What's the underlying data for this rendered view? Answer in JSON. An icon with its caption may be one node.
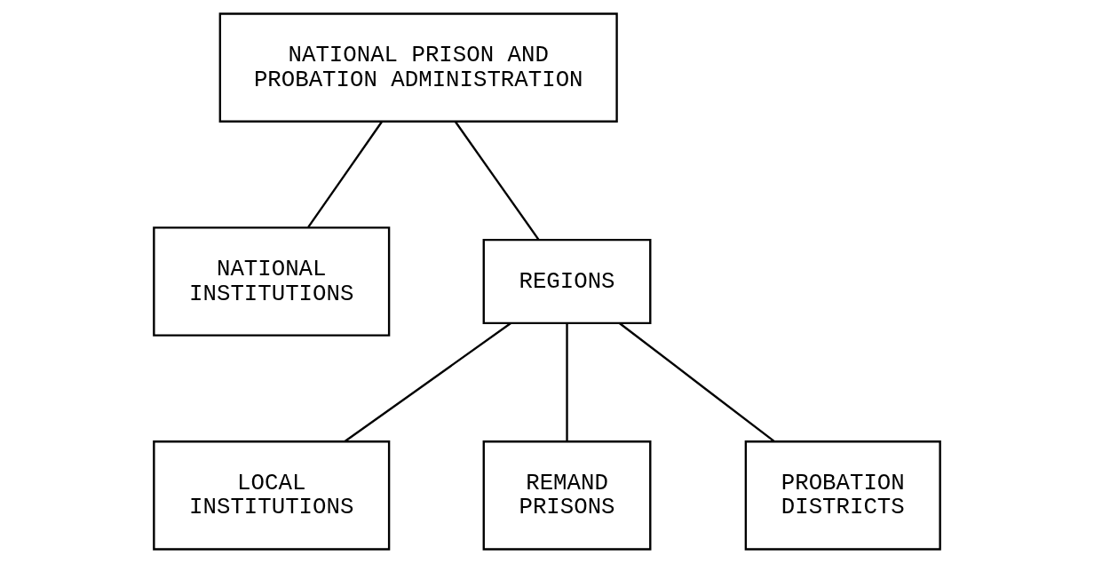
{
  "diagram": {
    "nodes": [
      {
        "text": [
          "NATIONAL PRISON AND PROBATION ADMINISTRATION"
        ]
      },
      {
        "text": [
          "NATIONAL INSTITUTIONS"
        ]
      },
      {
        "text": [
          "REGIONS"
        ]
      },
      {
        "text": [
          "LOCAL INSTITUTIONS"
        ]
      },
      {
        "text": [
          "REMAND PRISONS"
        ]
      },
      {
        "text": [
          "PROBATION DISTRICTS"
        ]
      }
    ],
    "edges": [
      {
        "from": 0,
        "to": 1,
        "arrow": "none"
      },
      {
        "from": 0,
        "to": 2,
        "arrow": "none"
      },
      {
        "from": 2,
        "to": 3,
        "arrow": "none"
      },
      {
        "from": 2,
        "to": 4,
        "arrow": "none"
      },
      {
        "from": 2,
        "to": 5,
        "arrow": "none"
      }
    ]
  }
}
